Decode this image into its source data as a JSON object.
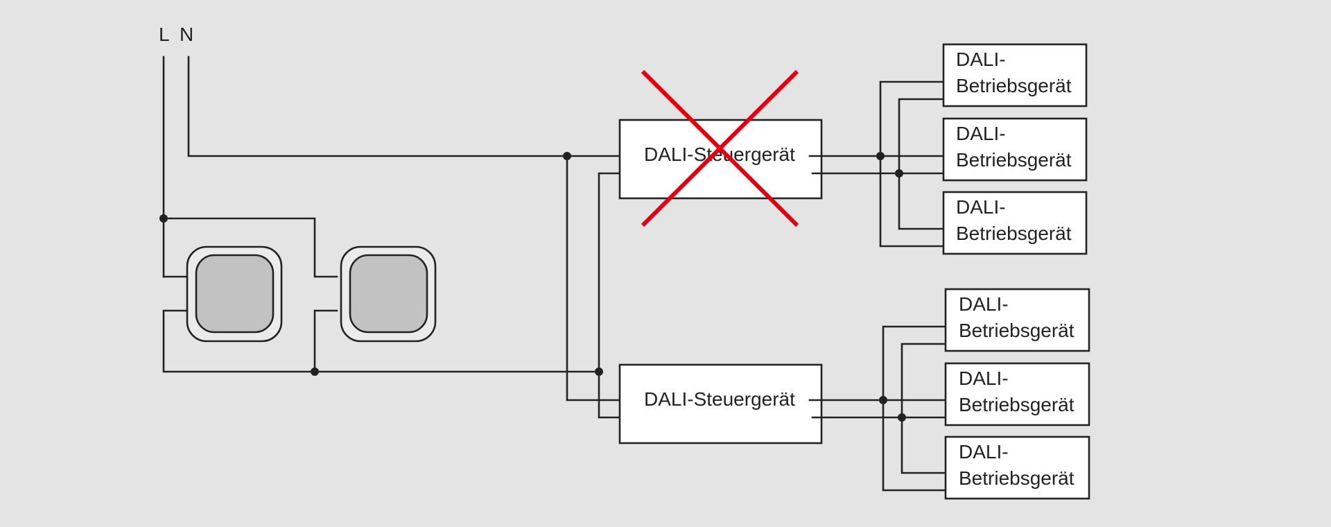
{
  "mains": {
    "l_label": "L",
    "n_label": "N"
  },
  "controllers": [
    {
      "label": "DALI-Steuergerät",
      "crossed_out": true
    },
    {
      "label": "DALI-Steuergerät",
      "crossed_out": false
    }
  ],
  "devices": {
    "line1": "DALI-",
    "line2": "Betriebsgerät",
    "group_top_count": 3,
    "group_bottom_count": 3
  },
  "colors": {
    "background": "#e4e4e4",
    "wire": "#222222",
    "cross": "#e3000f",
    "button_fill": "#c2c2c2"
  },
  "icons": [
    "push-button-icon",
    "push-button-icon",
    "cross-out-icon"
  ]
}
